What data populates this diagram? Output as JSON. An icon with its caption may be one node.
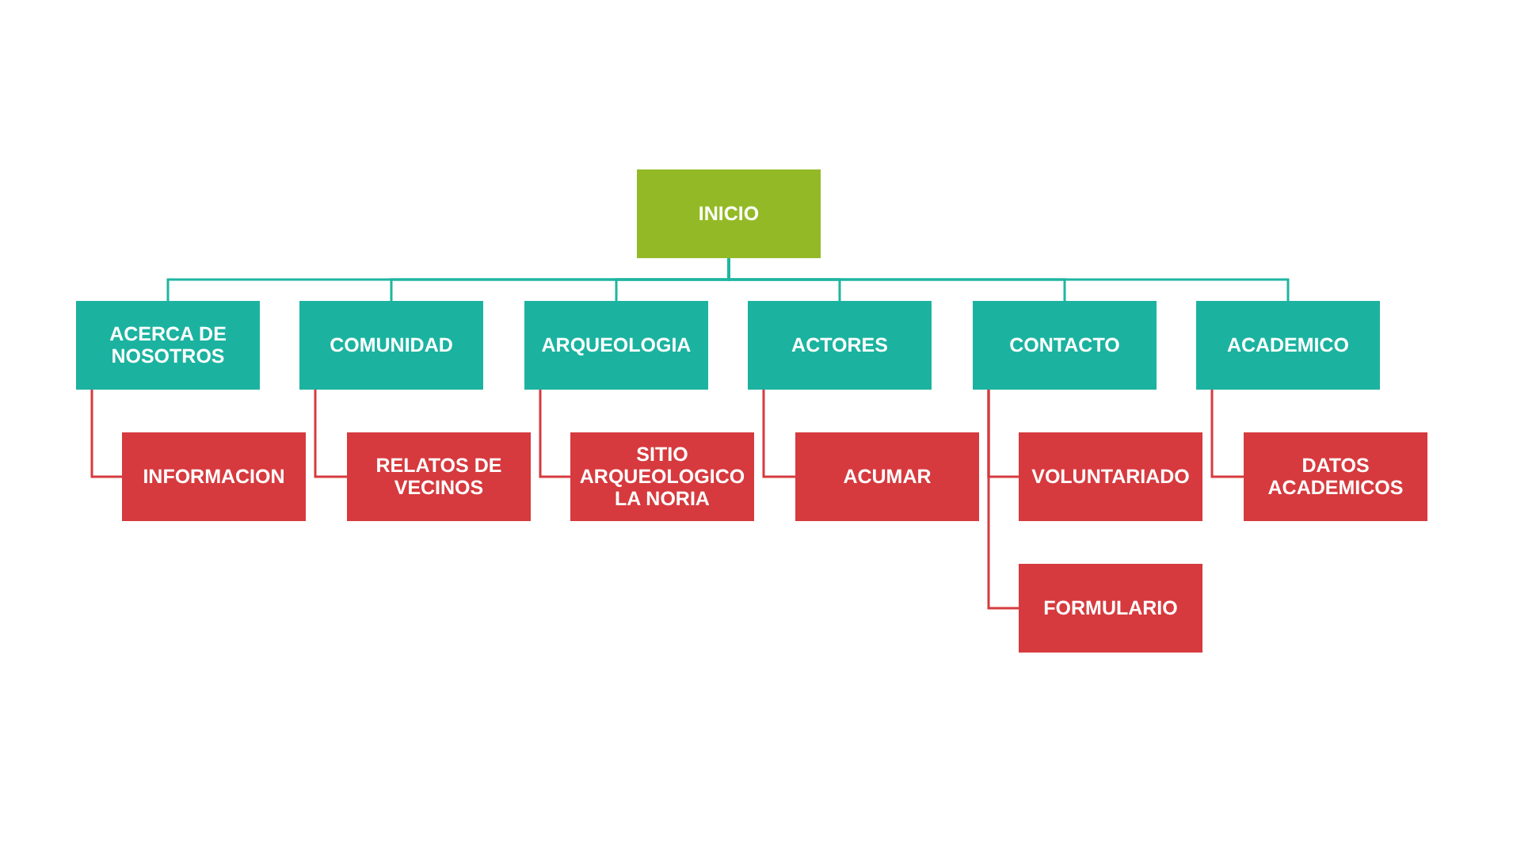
{
  "diagram": {
    "nodes": [
      {
        "text": [
          "INICIO"
        ]
      },
      {
        "text": [
          "ACERCA DE NOSOTROS"
        ]
      },
      {
        "text": [
          "COMUNIDAD"
        ]
      },
      {
        "text": [
          "ARQUEOLOGIA"
        ]
      },
      {
        "text": [
          "ACTORES"
        ]
      },
      {
        "text": [
          "CONTACTO"
        ]
      },
      {
        "text": [
          "ACADEMICO"
        ]
      },
      {
        "text": [
          "INFORMACION"
        ]
      },
      {
        "text": [
          "RELATOS DE VECINOS"
        ]
      },
      {
        "text": [
          "SITIO ARQUEOLOGICO LA NORIA"
        ]
      },
      {
        "text": [
          "ACUMAR"
        ]
      },
      {
        "text": [
          "VOLUNTARIADO"
        ]
      },
      {
        "text": [
          "FORMULARIO"
        ]
      },
      {
        "text": [
          "DATOS ACADEMICOS"
        ]
      }
    ],
    "edges": [
      {
        "from": 0,
        "to": 1,
        "arrow": "none",
        "color": "#1fb5a0"
      },
      {
        "from": 0,
        "to": 2,
        "arrow": "none",
        "color": "#1fb5a0"
      },
      {
        "from": 0,
        "to": 3,
        "arrow": "none",
        "color": "#1fb5a0"
      },
      {
        "from": 0,
        "to": 4,
        "arrow": "none",
        "color": "#1fb5a0"
      },
      {
        "from": 0,
        "to": 5,
        "arrow": "none",
        "color": "#1fb5a0"
      },
      {
        "from": 0,
        "to": 6,
        "arrow": "none",
        "color": "#1fb5a0"
      },
      {
        "from": 1,
        "to": 7,
        "arrow": "none"
      },
      {
        "from": 2,
        "to": 8,
        "arrow": "none"
      },
      {
        "from": 3,
        "to": 9,
        "arrow": "none"
      },
      {
        "from": 4,
        "to": 10,
        "arrow": "none"
      },
      {
        "from": 5,
        "to": 11,
        "arrow": "none"
      },
      {
        "from": 5,
        "to": 12,
        "arrow": "none"
      },
      {
        "from": 6,
        "to": 13,
        "arrow": "none"
      }
    ]
  }
}
